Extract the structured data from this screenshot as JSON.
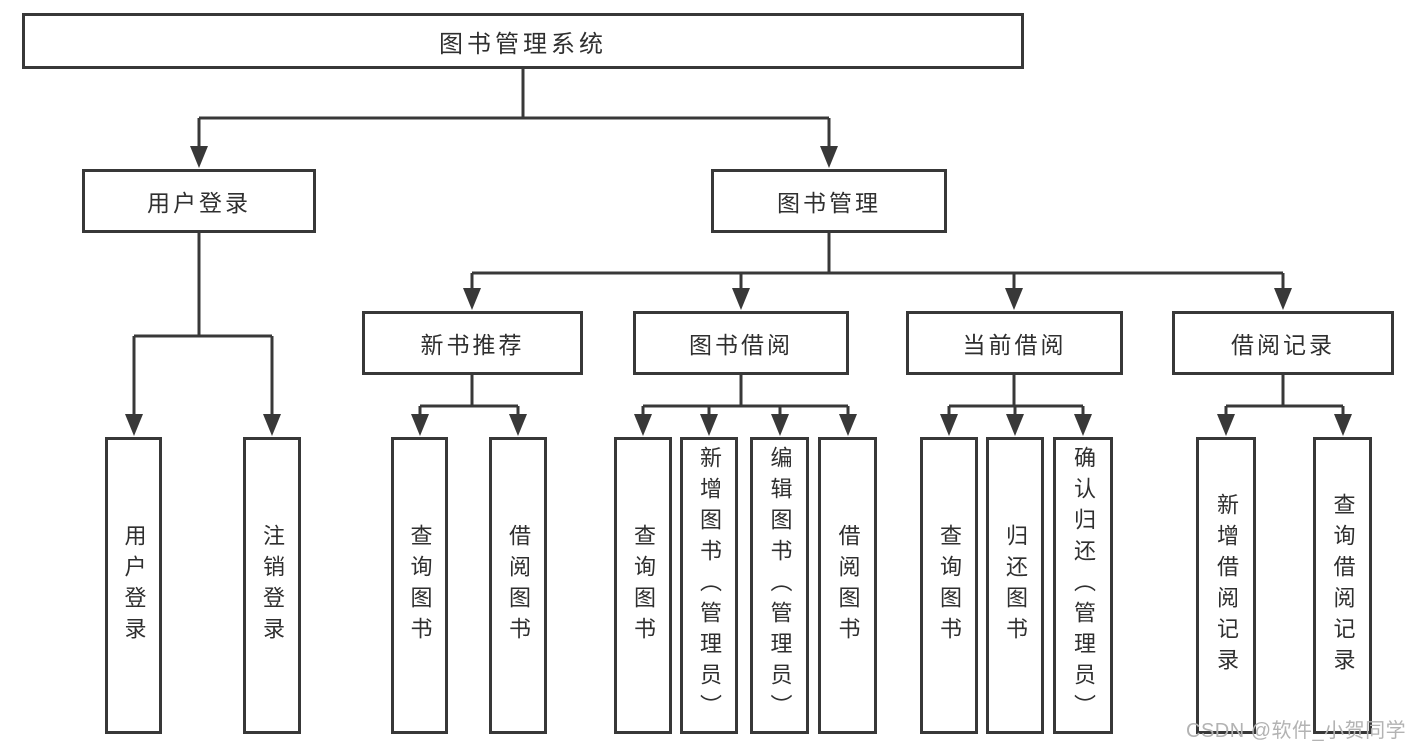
{
  "diagram": {
    "title": "图书管理系统",
    "branches": [
      {
        "label": "用户登录",
        "children": [
          "用户登录",
          "注销登录"
        ]
      },
      {
        "label": "图书管理",
        "children": [
          {
            "label": "新书推荐",
            "children": [
              "查询图书",
              "借阅图书"
            ]
          },
          {
            "label": "图书借阅",
            "children": [
              "查询图书",
              "新增图书（管理员）",
              "编辑图书（管理员）",
              "借阅图书"
            ]
          },
          {
            "label": "当前借阅",
            "children": [
              "查询图书",
              "归还图书",
              "确认归还（管理员）"
            ]
          },
          {
            "label": "借阅记录",
            "children": [
              "新增借阅记录",
              "查询借阅记录"
            ]
          }
        ]
      }
    ]
  },
  "watermark": {
    "text": "CSDN @软件_小贺同学"
  },
  "colors": {
    "background": "#ffffff",
    "line": "#383838",
    "text": "#2f2f2f",
    "watermark": "#b3b3b3"
  }
}
